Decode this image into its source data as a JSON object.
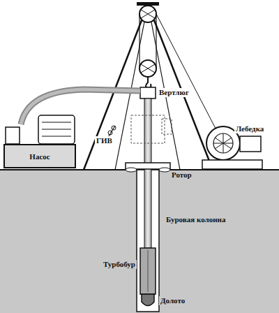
{
  "diagram": {
    "nodes": [
      {
        "text": [
          "Насос"
        ]
      }
    ],
    "labels": [
      "Вертлюг",
      "ГИВ",
      "Лебедка",
      "Ротор",
      "Буровая колонна",
      "Турбобур",
      "Долото"
    ]
  }
}
